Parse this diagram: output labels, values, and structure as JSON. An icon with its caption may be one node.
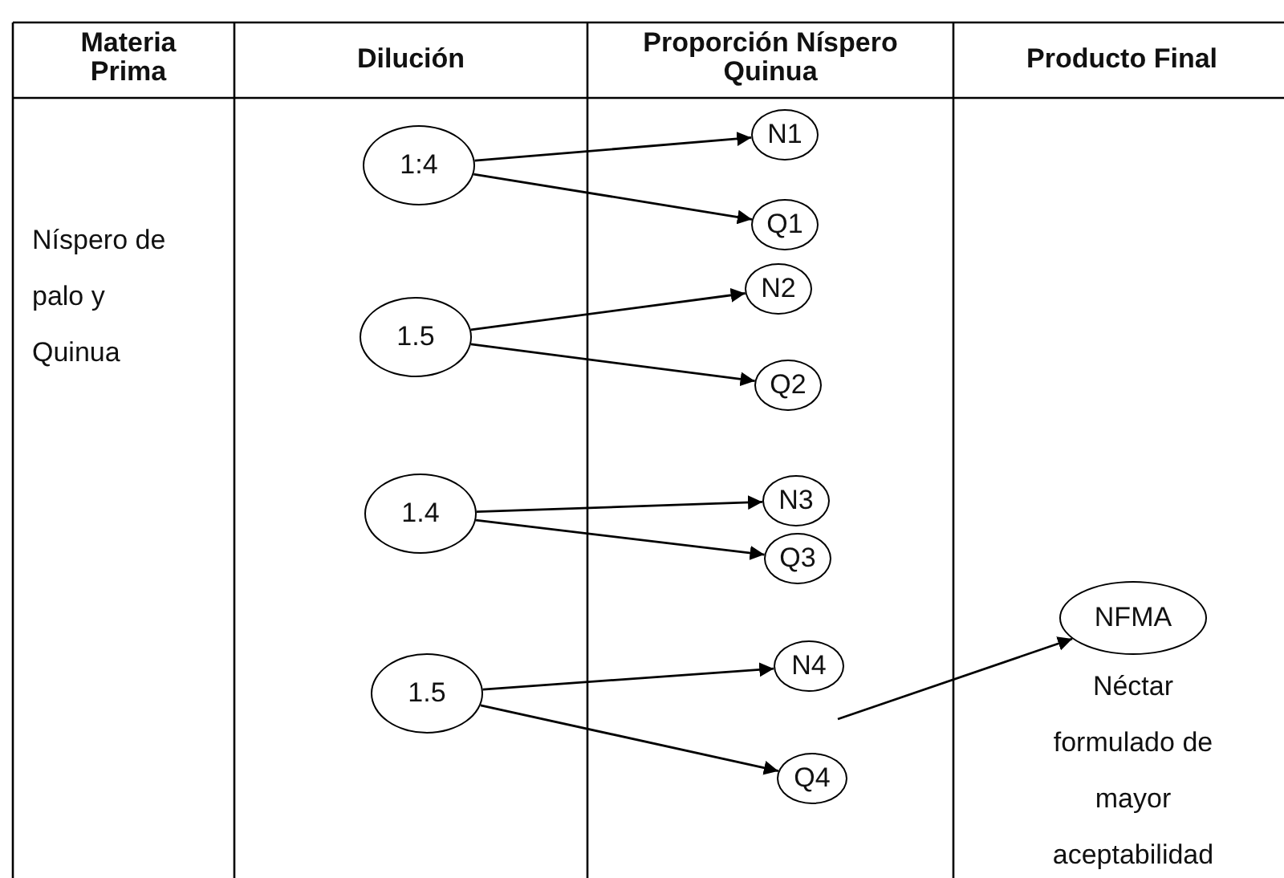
{
  "diagram": {
    "nodes": [
      {
        "text": [
          "1:4"
        ]
      },
      {
        "text": [
          "1.5"
        ]
      },
      {
        "text": [
          "1.4"
        ]
      },
      {
        "text": [
          "1.5"
        ]
      },
      {
        "text": [
          "N1"
        ]
      },
      {
        "text": [
          "Q1"
        ]
      },
      {
        "text": [
          "N2"
        ]
      },
      {
        "text": [
          "Q2"
        ]
      },
      {
        "text": [
          "N3"
        ]
      },
      {
        "text": [
          "Q3"
        ]
      },
      {
        "text": [
          "N4"
        ]
      },
      {
        "text": [
          "Q4"
        ]
      },
      {
        "text": [
          "NFMA"
        ],
        "beside": [
          "Néctar formulado de mayor aceptabilidad"
        ]
      }
    ],
    "edges": [
      {
        "from": 0,
        "to": 4,
        "arrow": "to"
      },
      {
        "from": 0,
        "to": 5,
        "arrow": "to"
      },
      {
        "from": 1,
        "to": 6,
        "arrow": "to"
      },
      {
        "from": 1,
        "to": 7,
        "arrow": "to"
      },
      {
        "from": 2,
        "to": 8,
        "arrow": "to"
      },
      {
        "from": 2,
        "to": 9,
        "arrow": "to"
      },
      {
        "from": 3,
        "to": 10,
        "arrow": "to"
      },
      {
        "from": 3,
        "to": 11,
        "arrow": "to"
      },
      {
        "from": null,
        "to": 12,
        "arrow": "to"
      }
    ],
    "labels": [
      "Materia Prima",
      "Dilución",
      "Proporción Níspero Quinua",
      "Producto Final",
      "Níspero de palo y Quinua"
    ]
  }
}
